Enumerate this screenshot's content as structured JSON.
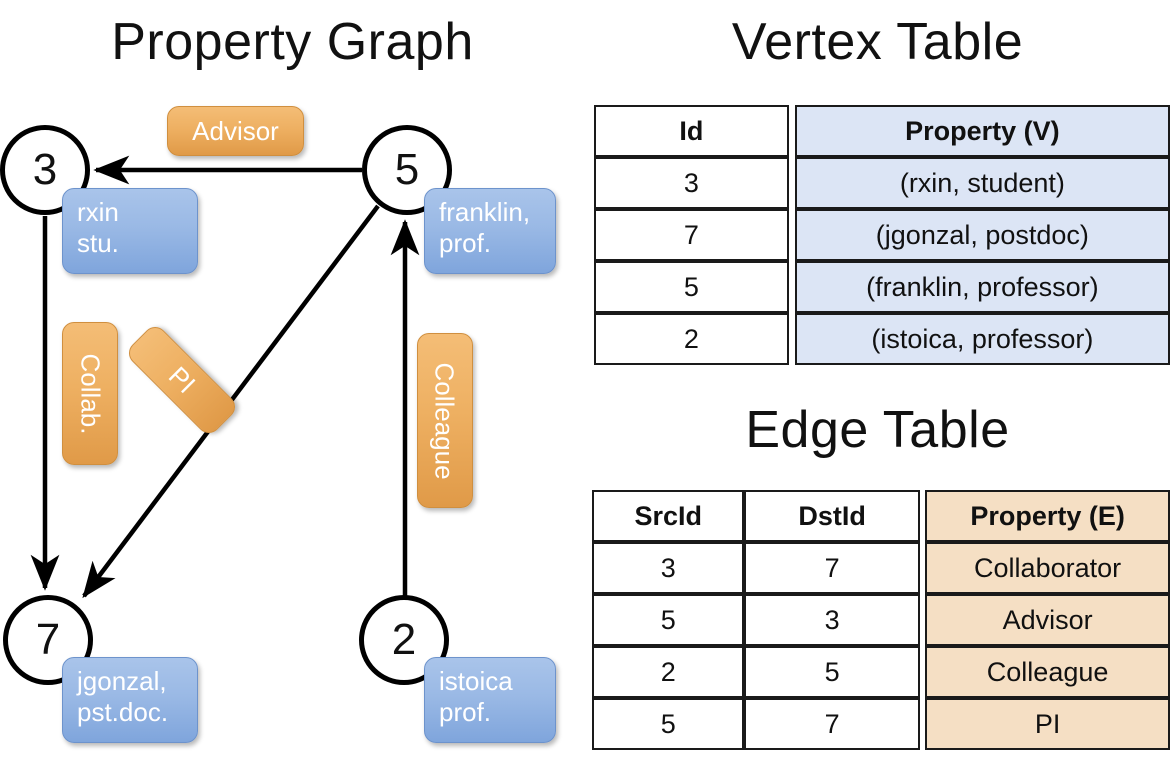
{
  "titles": {
    "property_graph": "Property Graph",
    "vertex_table": "Vertex Table",
    "edge_table": "Edge Table"
  },
  "graph": {
    "nodes": [
      {
        "id": "3",
        "property": "rxin\nstu."
      },
      {
        "id": "5",
        "property": "franklin,\nprof."
      },
      {
        "id": "7",
        "property": "jgonzal,\npst.doc."
      },
      {
        "id": "2",
        "property": "istoica\nprof."
      }
    ],
    "node_labels": {
      "n3": "3",
      "n5": "5",
      "n7": "7",
      "n2": "2"
    },
    "property_labels": {
      "rxin_line1": "rxin",
      "rxin_line2": "stu.",
      "franklin_line1": "franklin,",
      "franklin_line2": "prof.",
      "jgonzal_line1": "jgonzal,",
      "jgonzal_line2": "pst.doc.",
      "istoica_line1": "istoica",
      "istoica_line2": "prof."
    },
    "edge_labels": {
      "advisor": "Advisor",
      "collab": "Collab.",
      "pi": "PI",
      "colleague": "Colleague"
    },
    "edges": [
      {
        "from": "5",
        "to": "3",
        "label": "Advisor"
      },
      {
        "from": "3",
        "to": "7",
        "label": "Collab."
      },
      {
        "from": "5",
        "to": "7",
        "label": "PI"
      },
      {
        "from": "2",
        "to": "5",
        "label": "Colleague"
      }
    ]
  },
  "vertex_table": {
    "headers": [
      "Id",
      "Property (V)"
    ],
    "rows": [
      {
        "id": "3",
        "property": "(rxin, student)"
      },
      {
        "id": "7",
        "property": "(jgonzal, postdoc)"
      },
      {
        "id": "5",
        "property": "(franklin, professor)"
      },
      {
        "id": "2",
        "property": "(istoica, professor)"
      }
    ]
  },
  "edge_table": {
    "headers": [
      "SrcId",
      "DstId",
      "Property (E)"
    ],
    "rows": [
      {
        "src": "3",
        "dst": "7",
        "property": "Collaborator"
      },
      {
        "src": "5",
        "dst": "3",
        "property": "Advisor"
      },
      {
        "src": "2",
        "dst": "5",
        "property": "Colleague"
      },
      {
        "src": "5",
        "dst": "7",
        "property": "PI"
      }
    ]
  },
  "colors": {
    "vertex_property_fill": "#dce5f5",
    "edge_property_fill": "#f5dfc4",
    "node_box_blue": "#9ab9e5",
    "edge_label_orange": "#eeb062",
    "stroke": "#000000",
    "background": "#ffffff"
  }
}
